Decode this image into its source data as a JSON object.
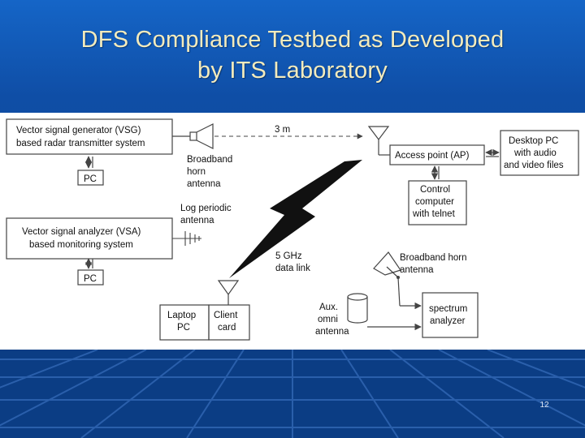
{
  "slide": {
    "title_line1": "DFS Compliance Testbed as Developed",
    "title_line2": "by ITS Laboratory",
    "page_number": "12"
  },
  "diagram": {
    "vsg_line1": "Vector signal generator (VSG)",
    "vsg_line2": "based radar transmitter system",
    "pc_top": "PC",
    "vsa_line1": "Vector signal analyzer (VSA)",
    "vsa_line2": "based monitoring system",
    "pc_bottom": "PC",
    "distance_label": "3 m",
    "broadband_horn_line1": "Broadband",
    "broadband_horn_line2": "horn",
    "broadband_horn_line3": "antenna",
    "log_periodic_line1": "Log periodic",
    "log_periodic_line2": "antenna",
    "access_point": "Access point (AP)",
    "desktop_line1": "Desktop PC",
    "desktop_line2": "with audio",
    "desktop_line3": "and video files",
    "control_line1": "Control",
    "control_line2": "computer",
    "control_line3": "with telnet",
    "data_link_line1": "5 GHz",
    "data_link_line2": "data link",
    "bb_horn_right_line1": "Broadband horn",
    "bb_horn_right_line2": "antenna",
    "laptop_line1": "Laptop",
    "laptop_line2": "PC",
    "client_line1": "Client",
    "client_line2": "card",
    "aux_line1": "Aux.",
    "aux_line2": "omni",
    "aux_line3": "antenna",
    "spectrum_line1": "spectrum",
    "spectrum_line2": "analyzer"
  },
  "colors": {
    "title_text": "#f3ebbd",
    "background_blue": "#0f4ea6",
    "diagram_stroke": "#444444"
  }
}
